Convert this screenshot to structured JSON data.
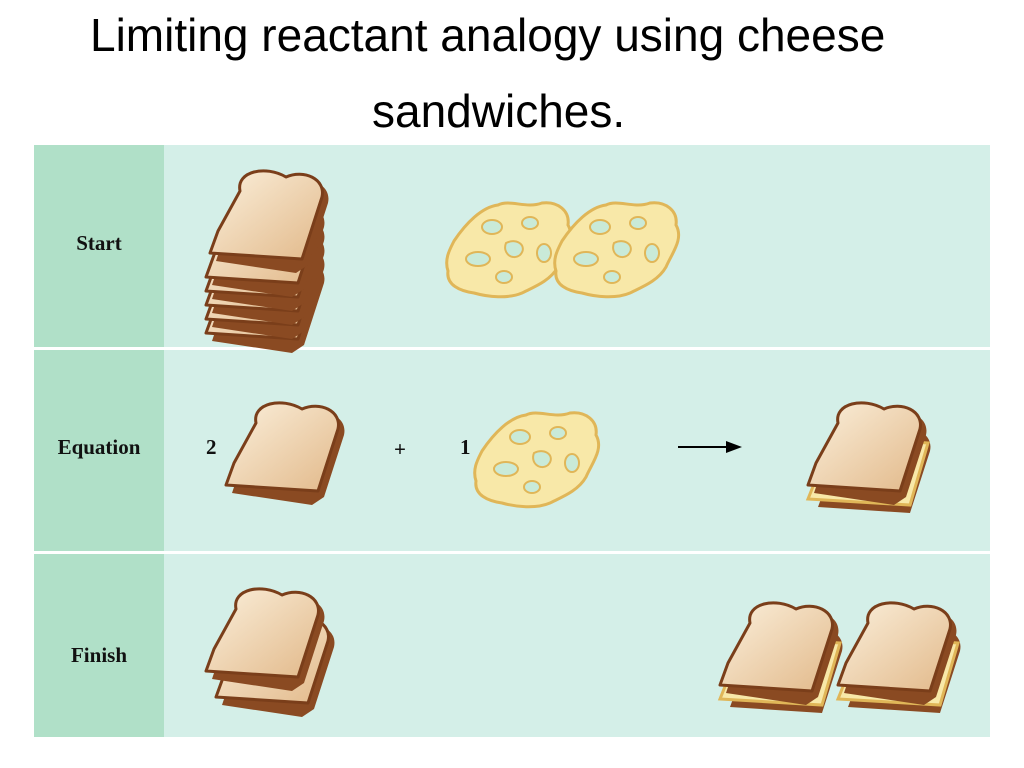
{
  "title": {
    "line1": "Limiting reactant analogy using cheese",
    "line2": "sandwiches."
  },
  "rows": [
    {
      "label": "Start",
      "bread_slices": 6,
      "cheese_slices": 2
    },
    {
      "label": "Equation",
      "bread_coefficient": "2",
      "plus": "+",
      "cheese_coefficient": "1"
    },
    {
      "label": "Finish",
      "bread_slices": 2,
      "sandwiches": 2
    }
  ],
  "colors": {
    "panel_bg": "#d4efe8",
    "label_bg": "#b0e0c8",
    "bread_crust": "#8a4a22",
    "bread_face": "#f3dcbb",
    "cheese": "#f8e8a8",
    "cheese_edge": "#e0b658",
    "cheese_hole": "#c9ead8"
  }
}
